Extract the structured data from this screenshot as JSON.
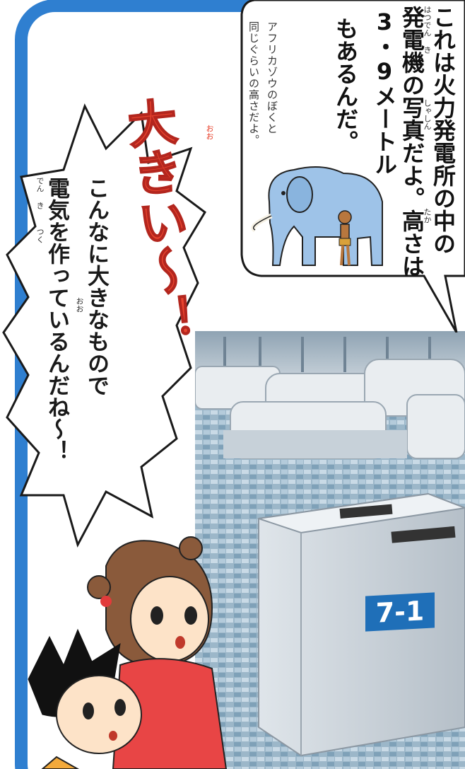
{
  "caption": {
    "line1": "これは火力発電所の中の",
    "line2": "発電機の写真だよ。高さは",
    "line3": "3・9メートル",
    "line4": "もあるんだ。",
    "ruby_hatsudenki": "はつでん き",
    "ruby_shashin": "しゃしん",
    "ruby_taka": "たか"
  },
  "note": {
    "line1": "アフリカゾウのぼくと",
    "line2": "同じぐらいの高さだよ。"
  },
  "exclaim": {
    "text": "大きい〜！",
    "ruby": "おお"
  },
  "speech": {
    "line1": "こんなに大きなもので",
    "line2": "電気を作っているんだね〜！",
    "ruby_oo": "おお",
    "ruby_denki": "でん き",
    "ruby_tsuku": "つく"
  },
  "photo": {
    "plate_label": "7-1"
  },
  "colors": {
    "frame_blue": "#2f7fd0",
    "exclaim_red": "#e8442f",
    "plate_blue": "#1f6fb8"
  }
}
